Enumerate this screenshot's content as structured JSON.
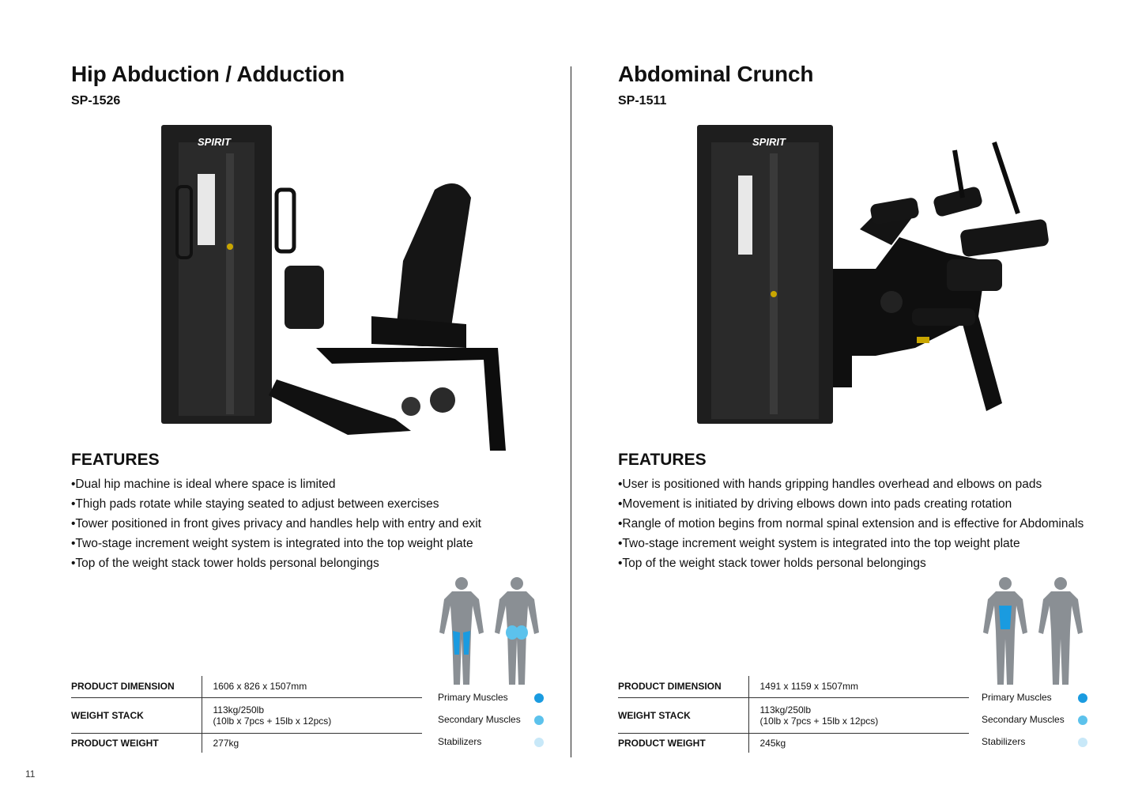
{
  "page_number": "11",
  "legend": {
    "primary": "Primary Muscles",
    "secondary": "Secondary Muscles",
    "stabilizers": "Stabilizers",
    "colors": {
      "primary": "#1a9be0",
      "secondary": "#5cc2ec",
      "stabilizers": "#c8e8f8"
    }
  },
  "products": [
    {
      "title": "Hip Abduction / Adduction",
      "model": "SP-1526",
      "machine_icon": "hip-abduction-machine-image",
      "features_title": "FEATURES",
      "features": [
        "•Dual hip machine is ideal where space is limited",
        "•Thigh pads rotate while staying seated to adjust between exercises",
        "•Tower positioned in front gives privacy and handles help with entry and exit",
        "•Two-stage increment weight system is integrated into the top weight plate",
        "•Top of the weight stack tower holds personal belongings"
      ],
      "specs": [
        {
          "label": "PRODUCT DIMENSION",
          "value": "1606 x 826 x 1507mm"
        },
        {
          "label": "WEIGHT STACK",
          "value": "113kg/250lb",
          "value2": "(10lb x 7pcs + 15lb x 12pcs)"
        },
        {
          "label": "PRODUCT WEIGHT",
          "value": "277kg"
        }
      ]
    },
    {
      "title": "Abdominal Crunch",
      "model": "SP-1511",
      "machine_icon": "abdominal-crunch-machine-image",
      "features_title": "FEATURES",
      "features": [
        "•User is positioned with hands gripping handles overhead and elbows on pads",
        "•Movement is initiated by driving elbows down into pads creating rotation",
        "•Rangle of motion begins from normal spinal extension and is effective for Abdominals",
        "•Two-stage increment weight system is integrated into the top weight plate",
        "•Top of the weight stack tower holds personal belongings"
      ],
      "specs": [
        {
          "label": "PRODUCT DIMENSION",
          "value": "1491 x 1159 x 1507mm"
        },
        {
          "label": "WEIGHT STACK",
          "value": "113kg/250lb",
          "value2": "(10lb x 7pcs + 15lb x 12pcs)"
        },
        {
          "label": "PRODUCT WEIGHT",
          "value": "245kg"
        }
      ]
    }
  ],
  "brand_logo": "SPIRIT"
}
